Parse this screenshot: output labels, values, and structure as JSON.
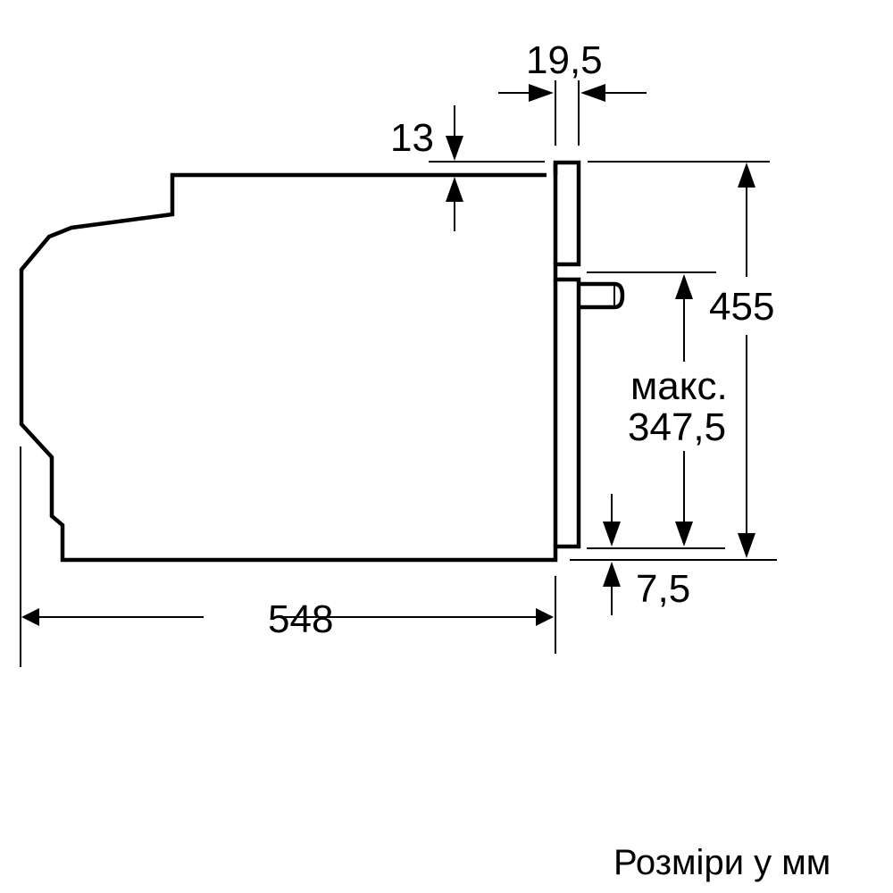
{
  "diagram": {
    "type": "technical-dimension-drawing",
    "subject": "built-in appliance side view",
    "units_caption": "Розміри у мм",
    "dimensions": {
      "overall_depth": "548",
      "front_panel_thickness": "19,5",
      "top_offset": "13",
      "overall_height": "455",
      "max_label": "макс.",
      "max_height": "347,5",
      "bottom_offset": "7,5"
    },
    "colors": {
      "line": "#000000",
      "background": "#ffffff"
    }
  }
}
